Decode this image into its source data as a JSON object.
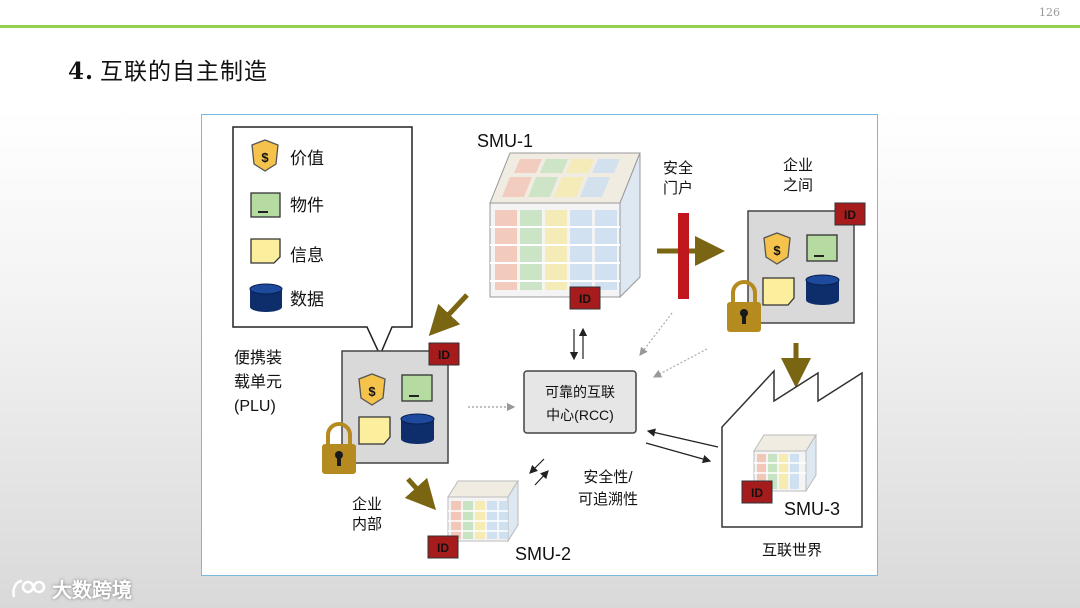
{
  "page_number": "126",
  "title": {
    "number": "4.",
    "text": "互联的自主制造"
  },
  "legend": {
    "items": [
      {
        "label": "价值",
        "icon": "value-dollar-icon"
      },
      {
        "label": "物件",
        "icon": "object-green-icon"
      },
      {
        "label": "信息",
        "icon": "info-note-icon"
      },
      {
        "label": "数据",
        "icon": "data-cylinder-icon"
      }
    ]
  },
  "diagram": {
    "smu1_label": "SMU-1",
    "smu2_label": "SMU-2",
    "smu3_label": "SMU-3",
    "id_badge": "ID",
    "gateway_line1": "安全",
    "gateway_line2": "门户",
    "between_line1": "企业",
    "between_line2": "之间",
    "plu_line1": "便携装",
    "plu_line2": "载单元",
    "plu_line3": "(PLU)",
    "rcc_line1": "可靠的互联",
    "rcc_line2": "中心(RCC)",
    "inside_line1": "企业",
    "inside_line2": "内部",
    "security_line1": "安全性/",
    "security_line2": "可追溯性",
    "world_label": "互联世界",
    "dollar_symbol": "$"
  },
  "colors": {
    "accent_green": "#92d050",
    "id_red": "#a61c1c",
    "gate_red": "#c0161e",
    "arrow_olive": "#7a6512",
    "lock_gold": "#b58a1f"
  },
  "watermark": "大数跨境"
}
